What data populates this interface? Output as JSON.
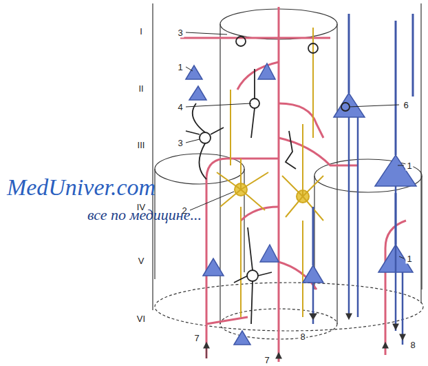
{
  "diagram": {
    "labels": [
      "I",
      "II",
      "III",
      "IV",
      "V",
      "VI",
      "3",
      "1",
      "4",
      "3",
      "2",
      "6",
      "1",
      "1",
      "7",
      "7",
      "8",
      "8",
      "MedUniver.com",
      "все по медицине..."
    ]
  }
}
